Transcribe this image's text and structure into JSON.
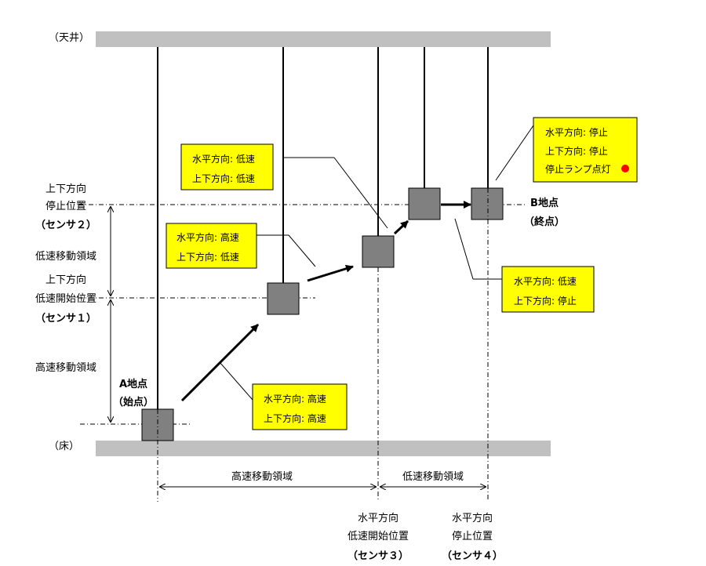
{
  "labels": {
    "ceiling": "（天井）",
    "floor": "（床）",
    "vertical_stop_1": "上下方向",
    "vertical_stop_2": "停止位置",
    "vertical_stop_sensor": "（センサ２）",
    "low_zone_vertical": "低速移動領域",
    "vertical_slow_1": "上下方向",
    "vertical_slow_2": "低速開始位置",
    "vertical_slow_sensor": "（センサ１）",
    "high_zone_vertical": "高速移動領域",
    "point_a_1": "A地点",
    "point_a_2": "（始点）",
    "point_b_1": "B地点",
    "point_b_2": "（終点）",
    "high_zone_horizontal": "高速移動領域",
    "low_zone_horizontal": "低速移動領域",
    "horizontal_slow_1": "水平方向",
    "horizontal_slow_2": "低速開始位置",
    "horizontal_slow_sensor": "（センサ３）",
    "horizontal_stop_1": "水平方向",
    "horizontal_stop_2": "停止位置",
    "horizontal_stop_sensor": "（センサ４）"
  },
  "notes": {
    "high_high": [
      "水平方向: 高速",
      "上下方向: 高速"
    ],
    "high_low": [
      "水平方向: 高速",
      "上下方向: 低速"
    ],
    "low_low": [
      "水平方向: 低速",
      "上下方向: 低速"
    ],
    "low_stop": [
      "水平方向: 低速",
      "上下方向: 停止"
    ],
    "stop_stop": [
      "水平方向: 停止",
      "上下方向: 停止",
      "停止ランプ点灯"
    ]
  },
  "colors": {
    "note_fill": "#ffff00",
    "slab": "#c0c0c0",
    "block": "#808080",
    "lamp": "#ff0000"
  }
}
